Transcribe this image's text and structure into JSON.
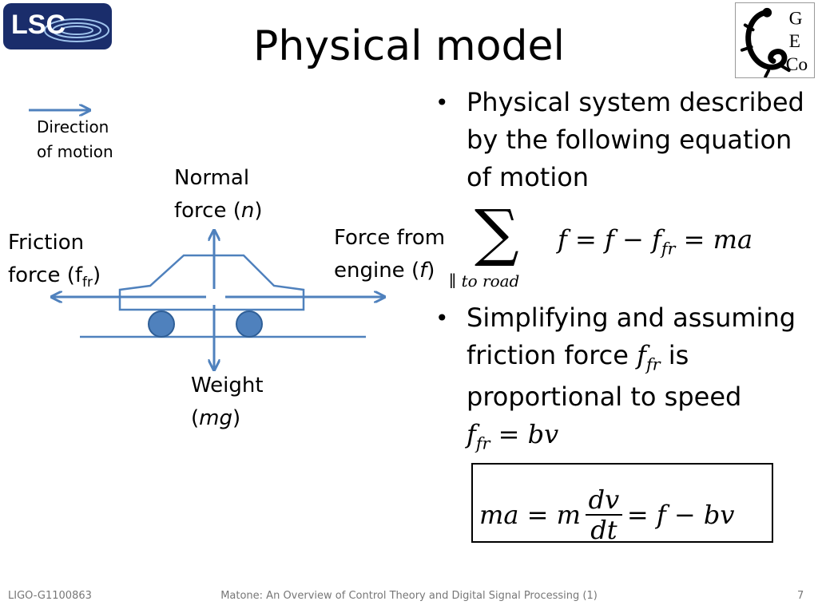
{
  "header": {
    "title": "Physical model",
    "lsc_logo_text": "LSC",
    "geco_logo_letters": [
      "G",
      "E",
      "Co"
    ]
  },
  "diagram": {
    "direction_label_line1": "Direction",
    "direction_label_line2": "of motion",
    "normal_line1": "Normal",
    "normal_line2_prefix": "force (",
    "normal_symbol": "n",
    "normal_suffix": ")",
    "friction_line1": "Friction",
    "friction_line2_prefix": "force (f",
    "friction_sub": "fr",
    "friction_suffix": ")",
    "engine_line1": "Force from",
    "engine_line2_prefix": "engine (",
    "engine_symbol": "f",
    "engine_suffix": ")",
    "weight_line1": "Weight",
    "weight_line2_prefix": "(",
    "weight_symbol": "mg",
    "weight_suffix": ")",
    "colors": {
      "diagram_blue": "#4f81bd",
      "wheel_fill": "#4f81bd",
      "wheel_stroke": "#2f5f97"
    }
  },
  "bullets": {
    "b1_line1": "Physical system described",
    "b1_line2": "by the following equation",
    "b1_line3": "of motion",
    "eq1_sum": "∑",
    "eq1_subscript": "∥ to road",
    "eq1_body": "f = f − f",
    "eq1_sub_fr": "fr",
    "eq1_tail": " = ma",
    "b2_line1": "Simplifying and assuming",
    "b2_line2_prefix": "friction force ",
    "b2_ffr": "f",
    "b2_ffr_sub": "fr",
    "b2_line2_suffix": " is",
    "b2_line3": "proportional to speed",
    "eq2_f": "f",
    "eq2_sub": "fr",
    "eq2_rhs": " = bv"
  },
  "boxed_equation": {
    "lhs": "ma = m",
    "num": "dv",
    "den": "dt",
    "rhs": "= f − bv"
  },
  "footer": {
    "left": "LIGO-G1100863",
    "center": "Matone: An Overview of Control Theory and Digital Signal Processing (1)",
    "page": "7"
  }
}
